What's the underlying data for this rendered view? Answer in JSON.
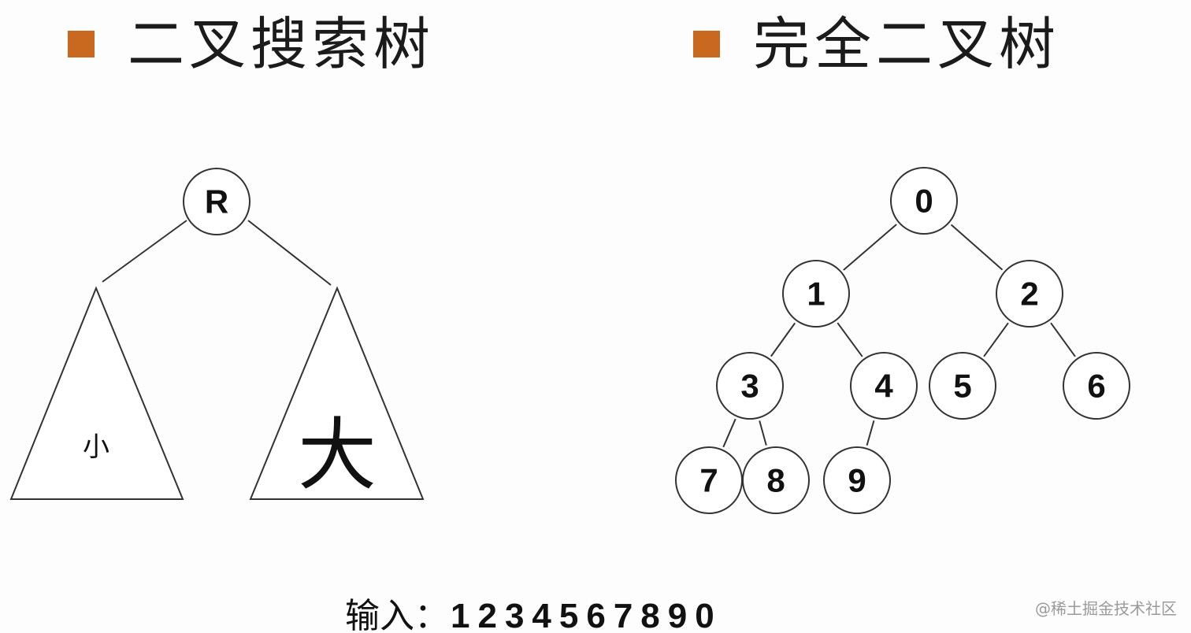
{
  "headings": {
    "left": "二叉搜索树",
    "right": "完全二叉树"
  },
  "colors": {
    "bullet": "#c8691f"
  },
  "bst": {
    "root": "R",
    "left_subtree_label": "小",
    "right_subtree_label": "大"
  },
  "complete_tree": {
    "nodes": [
      "0",
      "1",
      "2",
      "3",
      "4",
      "5",
      "6",
      "7",
      "8",
      "9"
    ],
    "edges": [
      [
        0,
        1
      ],
      [
        0,
        2
      ],
      [
        1,
        3
      ],
      [
        1,
        4
      ],
      [
        2,
        5
      ],
      [
        2,
        6
      ],
      [
        3,
        7
      ],
      [
        3,
        8
      ],
      [
        4,
        9
      ]
    ]
  },
  "input": {
    "label": "输入：",
    "values": "1234567890"
  },
  "watermark": "@稀土掘金技术社区"
}
